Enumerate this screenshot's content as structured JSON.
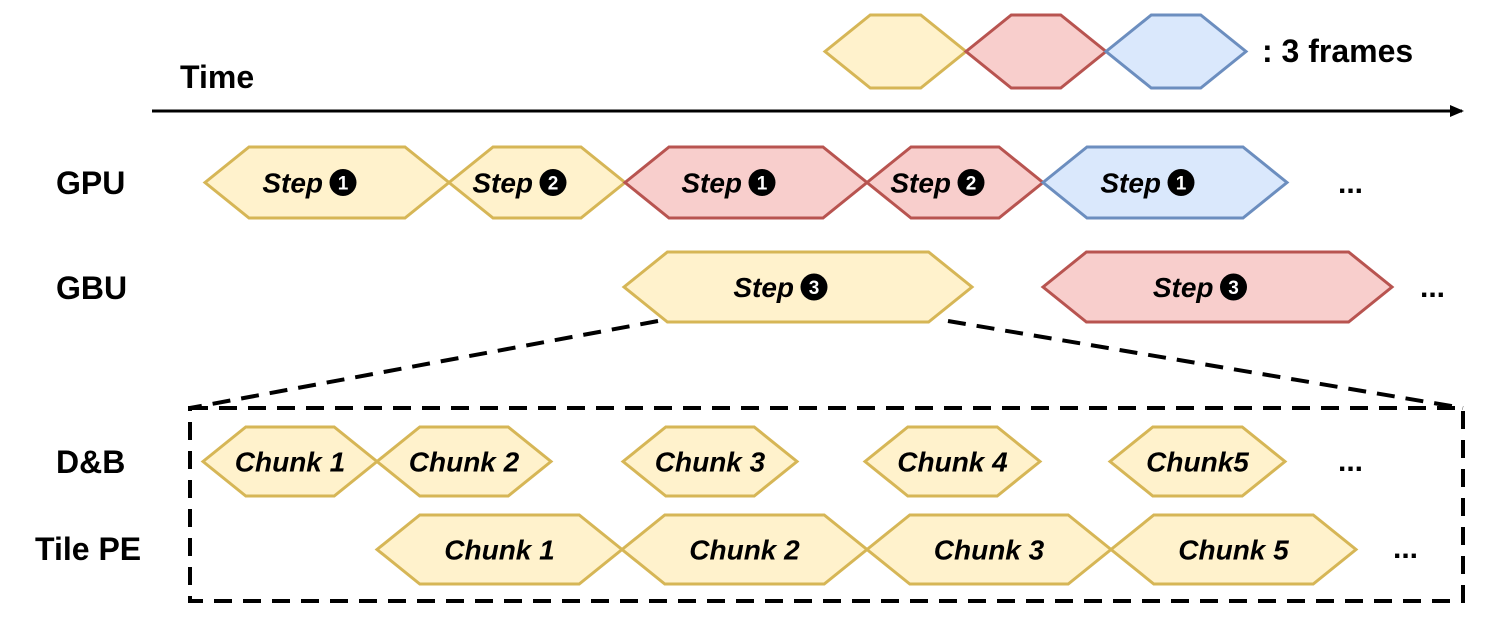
{
  "colors": {
    "yellow_fill": "#fff2cc",
    "yellow_stroke": "#d6b656",
    "red_fill": "#f8cecc",
    "red_stroke": "#b85450",
    "blue_fill": "#dae8fc",
    "blue_stroke": "#6c8ebf"
  },
  "time_label": "Time",
  "legend": {
    "text": ": 3 frames",
    "colors": [
      "yellow",
      "red",
      "blue"
    ]
  },
  "rows": {
    "gpu": "GPU",
    "gbu": "GBU",
    "db": "D&B",
    "tile_pe": "Tile PE"
  },
  "ellipsis": "...",
  "gpu_steps": [
    {
      "text": "Step",
      "badge": "1",
      "color": "yellow"
    },
    {
      "text": "Step",
      "badge": "2",
      "color": "yellow"
    },
    {
      "text": "Step",
      "badge": "1",
      "color": "red"
    },
    {
      "text": "Step",
      "badge": "2",
      "color": "red"
    },
    {
      "text": "Step",
      "badge": "1",
      "color": "blue"
    }
  ],
  "gbu_steps": [
    {
      "text": "Step",
      "badge": "3",
      "color": "yellow"
    },
    {
      "text": "Step",
      "badge": "3",
      "color": "red"
    }
  ],
  "db_chunks": [
    "Chunk 1",
    "Chunk 2",
    "Chunk 3",
    "Chunk 4",
    "Chunk5"
  ],
  "tile_pe_chunks": [
    "Chunk 1",
    "Chunk 2",
    "Chunk 3",
    "Chunk 5"
  ]
}
